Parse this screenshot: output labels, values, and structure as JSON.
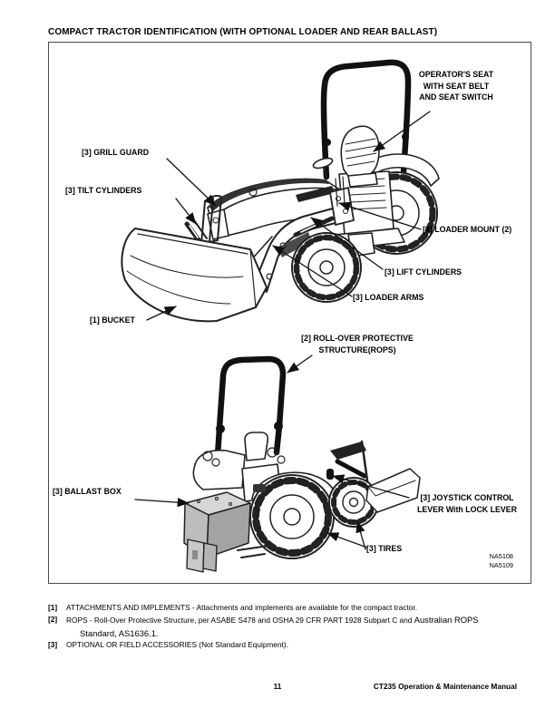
{
  "page": {
    "title": "COMPACT TRACTOR IDENTIFICATION (WITH OPTIONAL LOADER AND REAR BALLAST)",
    "page_number": "11",
    "manual_name": "CT235 Operation & Maintenance Manual"
  },
  "figure": {
    "codes": {
      "code1": "NA5108",
      "code2": "NA5109"
    },
    "labels": {
      "operator_seat": {
        "line1": "OPERATOR'S SEAT",
        "line2": "WITH SEAT BELT",
        "line3": "AND SEAT SWITCH"
      },
      "grill_guard": "[3] GRILL GUARD",
      "tilt_cylinders": "[3] TILT CYLINDERS",
      "loader_mount": "[3] LOADER MOUNT (2)",
      "lift_cylinders": "[3] LIFT CYLINDERS",
      "loader_arms": "[3] LOADER ARMS",
      "bucket": "[1] BUCKET",
      "rops": {
        "line1": "[2] ROLL-OVER PROTECTIVE",
        "line2": "STRUCTURE(ROPS)"
      },
      "ballast_box": "[3] BALLAST BOX",
      "joystick": {
        "line1": "[3] JOYSTICK CONTROL",
        "line2": "LEVER With LOCK LEVER"
      },
      "tires": "[3] TIRES"
    }
  },
  "footnotes": {
    "fn1": {
      "marker": "[1]",
      "text": "ATTACHMENTS AND IMPLEMENTS - Attachments and implements are available for the compact tractor."
    },
    "fn2": {
      "marker": "[2]",
      "text": "ROPS - Roll-Over Protective Structure, per ASABE S478 and OSHA 29 CFR PART 1928 Subpart C and",
      "text_large": "Australian ROPS",
      "line2": "Standard, AS1636.1."
    },
    "fn3": {
      "marker": "[3]",
      "text": "OPTIONAL OR FIELD ACCESSORIES (Not Standard Equipment)."
    }
  },
  "colors": {
    "ink": "#000000",
    "line": "#1a1a1a",
    "rops_black": "#111111",
    "ballast_gray": "#b5b5b5",
    "box_border": "#4a4a4a"
  }
}
